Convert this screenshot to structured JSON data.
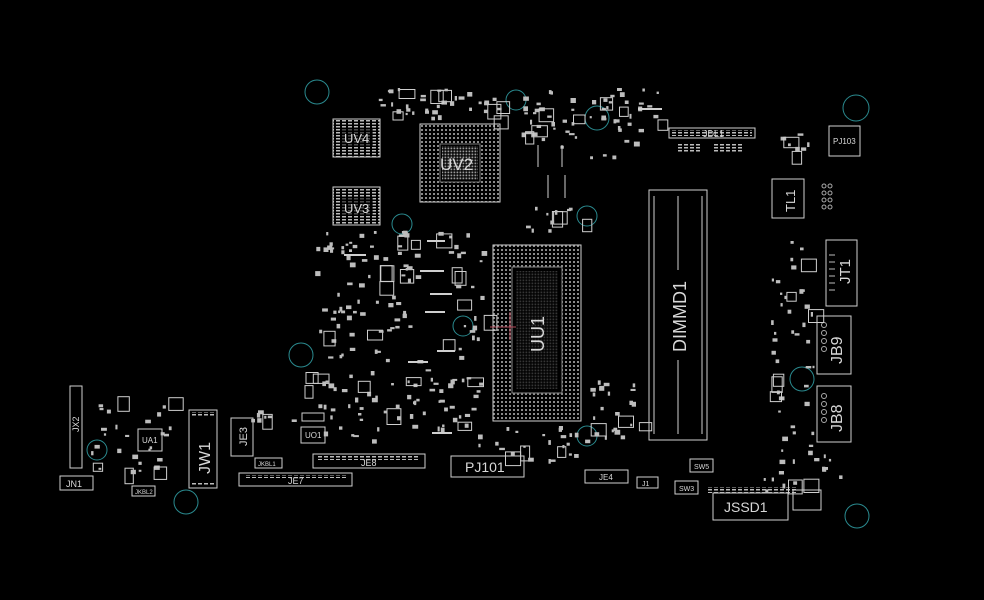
{
  "board": {
    "background": "#000000",
    "outline_color": "#cfcfcf",
    "hole_color": "#2a8a8f",
    "labels": {
      "uv4": "UV4",
      "uv3": "UV3",
      "uv2": "UV2",
      "uu1": "UU1",
      "dimmd1": "DIMMD1",
      "jdl1": "JDL1",
      "pj103": "PJ103",
      "tl1": "TL1",
      "jt1": "JT1",
      "jb9": "JB9",
      "jb8": "JB8",
      "jssd1": "JSSD1",
      "pj101": "PJ101",
      "je8": "JE8",
      "je7": "JE7",
      "je3": "JE3",
      "jw1": "JW1",
      "ua1": "UA1",
      "jn1": "JN1",
      "jx2": "JX2",
      "jkbl1": "JKBL1",
      "jkbl2": "JKBL2",
      "uo1": "UO1",
      "je4": "JE4",
      "sw5": "SW5",
      "sw3": "SW3",
      "j1": "J1"
    }
  }
}
